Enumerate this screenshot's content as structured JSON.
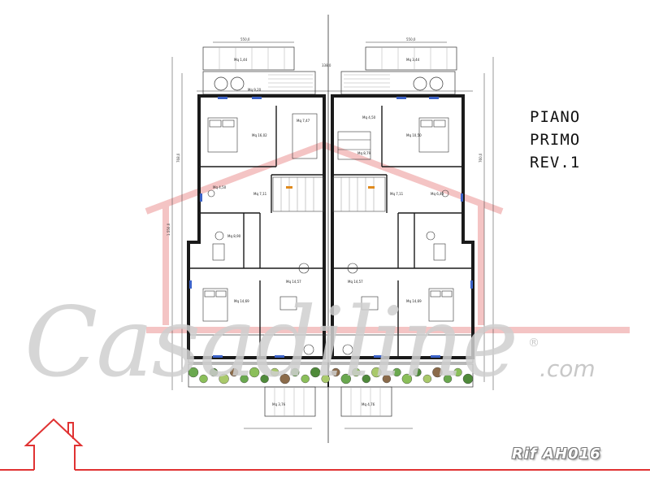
{
  "title": {
    "line1": "PIANO",
    "line2": "PRIMO",
    "line3": "REV.1"
  },
  "reference": "Rif AH016",
  "watermark": {
    "script": "Casadiline",
    "registered": "®",
    "domain": ".com"
  },
  "colors": {
    "accent_red": "#e03232",
    "watermark_pink": "#f4c4c4",
    "wall": "#1a1a1a",
    "hedge_green": "#6aa84f",
    "hedge_brown": "#8b6b4a"
  },
  "plan": {
    "overall_dims": [
      "550,0",
      "338,0",
      "1.550,0",
      "768,0",
      "760,0",
      "550,0"
    ],
    "room_labels": [
      "Mq 1,44",
      "Mq 9,20",
      "Mq 16,02",
      "Mq 7,47",
      "Mq 4,50",
      "Mq 7,11",
      "Mq 8,90",
      "Mq 14,57",
      "Mq 14,69",
      "Mq 3,44",
      "Mq 4,50",
      "Mq 8,79",
      "Mq 10,50",
      "Mq 7,11",
      "Mq 6,49",
      "Mq 14,57",
      "Mq 14,69",
      "Mq 3,76",
      "Mq 4,76"
    ],
    "plant_count": 28
  }
}
